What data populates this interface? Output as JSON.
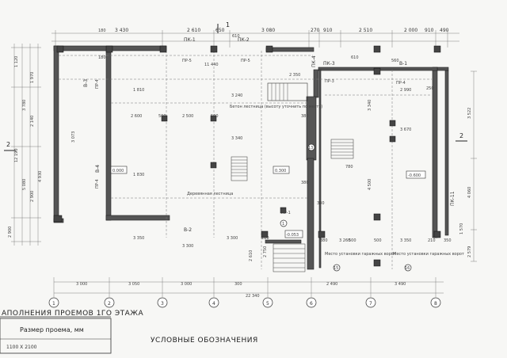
{
  "top_dims": [
    "3 430",
    "2 610",
    "650",
    "3 080",
    "270",
    "910",
    "2 510",
    "2 000",
    "910",
    "490"
  ],
  "top_marks": [
    "180",
    "180",
    "610",
    "610"
  ],
  "beam_labels": [
    "ПК-1",
    "ПК-2",
    "ПК-3",
    "ПК-4",
    "В-1",
    "В-2",
    "В-3",
    "В-4",
    "ПК-11",
    "ПР-5",
    "ПР-5",
    "ПР-4",
    "ПР-4",
    "ПР-4",
    "ПР-3",
    "ПР-1"
  ],
  "left_dims": [
    "1 120",
    "3 780",
    "1 970",
    "2 140",
    "12 190",
    "5 080",
    "2 900",
    "4 930",
    "2 900"
  ],
  "right_dims": [
    "3 522",
    "4 060",
    "1 570",
    "2 579"
  ],
  "inner_dims": [
    "2 600",
    "2 500",
    "3 240",
    "3 350",
    "3 300",
    "1 810",
    "3 340",
    "3 670",
    "3 340",
    "3 300",
    "3 260",
    "3 350",
    "2 750",
    "2 990",
    "2 350",
    "250",
    "380",
    "500",
    "500",
    "500",
    "500",
    "380",
    "380",
    "780",
    "11 440",
    "1 830",
    "3 073",
    "2 610",
    "210",
    "210",
    "350",
    "380",
    "4 500",
    "560"
  ],
  "levels": [
    "0.000",
    "0.300",
    "-0.600",
    "-0.053"
  ],
  "stair_notes": [
    "Деревянная лестница",
    "Бетон лестница (высоту уточнить по месту)"
  ],
  "opening_notes": [
    "Место установки гаражных ворот",
    "Место установки гаражных ворот"
  ],
  "bottom_dims": [
    "3 000",
    "3 050",
    "3 000",
    "300",
    "2 490",
    "3 490",
    "22 340"
  ],
  "axes": [
    "1",
    "2",
    "3",
    "4",
    "5",
    "6",
    "7",
    "8"
  ],
  "section_marks": [
    "1",
    "2",
    "2"
  ],
  "callouts": [
    "1",
    "13",
    "15",
    "16"
  ],
  "table_title": "АПОЛНЕНИЯ ПРОЕМОВ 1ГО ЭТАЖА",
  "table_header": "Размер проема, мм",
  "table_row": "1100 X 2100",
  "legend_title": "УСЛОВНЫЕ ОБОЗНАЧЕНИЯ"
}
